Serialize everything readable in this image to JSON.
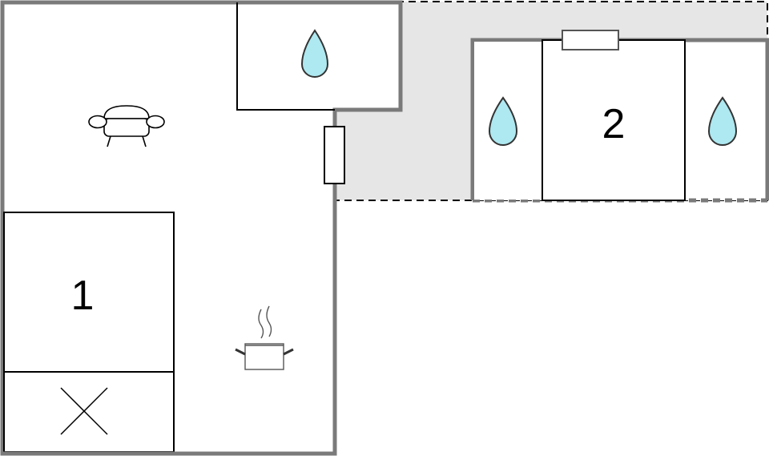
{
  "rooms": [
    {
      "number": "1",
      "kind": "bedroom"
    },
    {
      "number": "2",
      "kind": "bedroom"
    }
  ],
  "icons": {
    "living": "sofa-icon",
    "kitchen": "cooking-pot-icon",
    "bathroom": "water-drop-icon",
    "closet": "wardrobe-x-icon",
    "window": "window-icon"
  },
  "colors": {
    "wall_outer": "#7a7a7a",
    "wall_inner": "#000000",
    "terrace_fill": "#e6e6e6",
    "water_drop": "#aee8f0"
  }
}
